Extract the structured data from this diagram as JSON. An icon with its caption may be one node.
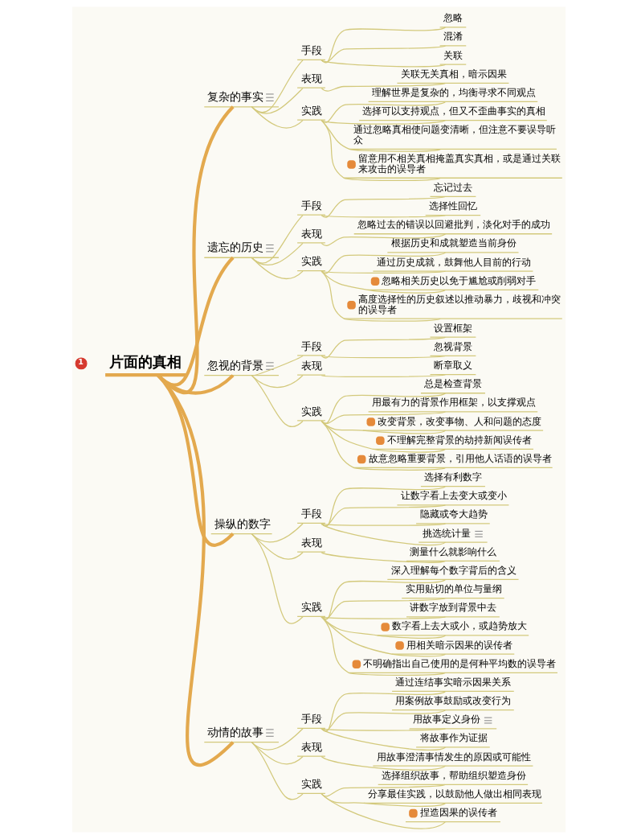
{
  "diagram": {
    "nodes": [
      {
        "text": [
          "片面的真相"
        ],
        "beside": [
          "1"
        ]
      },
      {
        "text": [
          "复杂的事实"
        ]
      },
      {
        "text": [
          "手段"
        ]
      },
      {
        "text": [
          "忽略"
        ]
      },
      {
        "text": [
          "混淆"
        ]
      },
      {
        "text": [
          "关联"
        ]
      },
      {
        "text": [
          "表现"
        ]
      },
      {
        "text": [
          "关联无关真相，暗示因果"
        ]
      },
      {
        "text": [
          "实践"
        ]
      },
      {
        "text": [
          "理解世界是复杂的，均衡寻求不同观点"
        ]
      },
      {
        "text": [
          "选择可以支持观点，但又不歪曲事实的真相"
        ]
      },
      {
        "text": [
          "通过忽略真相使问题变清晰，但注意不要误导听众"
        ]
      },
      {
        "text": [
          "留意用不相关真相掩盖真实真相，或是通过关联来攻击的误导者"
        ]
      },
      {
        "text": [
          "遗忘的历史"
        ]
      },
      {
        "text": [
          "手段"
        ]
      },
      {
        "text": [
          "忘记过去"
        ]
      },
      {
        "text": [
          "选择性回忆"
        ]
      },
      {
        "text": [
          "表现"
        ]
      },
      {
        "text": [
          "忽略过去的错误以回避批判，淡化对手的成功"
        ]
      },
      {
        "text": [
          "实践"
        ]
      },
      {
        "text": [
          "根据历史和成就塑造当前身份"
        ]
      },
      {
        "text": [
          "通过历史成就，鼓舞他人目前的行动"
        ]
      },
      {
        "text": [
          "忽略相关历史以免于尴尬或削弱对手"
        ]
      },
      {
        "text": [
          "高度选择性的历史叙述以推动暴力，歧视和冲突的误导者"
        ]
      },
      {
        "text": [
          "忽视的背景"
        ]
      },
      {
        "text": [
          "手段"
        ]
      },
      {
        "text": [
          "设置框架"
        ]
      },
      {
        "text": [
          "忽视背景"
        ]
      },
      {
        "text": [
          "表现"
        ]
      },
      {
        "text": [
          "断章取义"
        ]
      },
      {
        "text": [
          "实践"
        ]
      },
      {
        "text": [
          "总是检查背景"
        ]
      },
      {
        "text": [
          "用最有力的背景作用框架，以支撑观点"
        ]
      },
      {
        "text": [
          "改变背景，改变事物、人和问题的态度"
        ]
      },
      {
        "text": [
          "不理解完整背景的劫持新闻误传者"
        ]
      },
      {
        "text": [
          "故意忽略重要背景，引用他人话语的误导者"
        ]
      },
      {
        "text": [
          "操纵的数字"
        ]
      },
      {
        "text": [
          "手段"
        ]
      },
      {
        "text": [
          "选择有利数字"
        ]
      },
      {
        "text": [
          "让数字看上去变大或变小"
        ]
      },
      {
        "text": [
          "隐藏或夸大趋势"
        ]
      },
      {
        "text": [
          "挑选统计量"
        ]
      },
      {
        "text": [
          "表现"
        ]
      },
      {
        "text": [
          "测量什么就影响什么"
        ]
      },
      {
        "text": [
          "实践"
        ]
      },
      {
        "text": [
          "深入理解每个数字背后的含义"
        ]
      },
      {
        "text": [
          "实用贴切的单位与量纲"
        ]
      },
      {
        "text": [
          "讲数字放到背景中去"
        ]
      },
      {
        "text": [
          "数字看上去大或小，或趋势放大"
        ]
      },
      {
        "text": [
          "用相关暗示因果的误传者"
        ]
      },
      {
        "text": [
          "不明确指出自己使用的是何种平均数的误导者"
        ]
      },
      {
        "text": [
          "动情的故事"
        ]
      },
      {
        "text": [
          "手段"
        ]
      },
      {
        "text": [
          "通过连结事实暗示因果关系"
        ]
      },
      {
        "text": [
          "用案例故事鼓励或改变行为"
        ]
      },
      {
        "text": [
          "用故事定义身份"
        ]
      },
      {
        "text": [
          "将故事作为证据"
        ]
      },
      {
        "text": [
          "表现"
        ]
      },
      {
        "text": [
          "用故事澄清事情发生的原因或可能性"
        ]
      },
      {
        "text": [
          "实践"
        ]
      },
      {
        "text": [
          "选择组织故事，帮助组织塑造身份"
        ]
      },
      {
        "text": [
          "分享最佳实践，以鼓励他人做出相同表现"
        ]
      },
      {
        "text": [
          "捏造因果的误传者"
        ]
      }
    ],
    "edges": [
      {
        "from": 0,
        "to": 1,
        "arrow": "none",
        "style": "thick",
        "color": "#e3a94e"
      },
      {
        "from": 1,
        "to": 2,
        "arrow": "none"
      },
      {
        "from": 2,
        "to": 3,
        "arrow": "none"
      },
      {
        "from": 2,
        "to": 4,
        "arrow": "none"
      },
      {
        "from": 2,
        "to": 5,
        "arrow": "none"
      },
      {
        "from": 1,
        "to": 6,
        "arrow": "none"
      },
      {
        "from": 6,
        "to": 7,
        "arrow": "none"
      },
      {
        "from": 1,
        "to": 8,
        "arrow": "none"
      },
      {
        "from": 8,
        "to": 9,
        "arrow": "none"
      },
      {
        "from": 8,
        "to": 10,
        "arrow": "none"
      },
      {
        "from": 8,
        "to": 11,
        "arrow": "none"
      },
      {
        "from": 8,
        "to": 12,
        "arrow": "none"
      },
      {
        "from": 0,
        "to": 13,
        "arrow": "none",
        "style": "thick",
        "color": "#e3a94e"
      },
      {
        "from": 13,
        "to": 14,
        "arrow": "none"
      },
      {
        "from": 14,
        "to": 15,
        "arrow": "none"
      },
      {
        "from": 14,
        "to": 16,
        "arrow": "none"
      },
      {
        "from": 13,
        "to": 17,
        "arrow": "none"
      },
      {
        "from": 17,
        "to": 18,
        "arrow": "none"
      },
      {
        "from": 13,
        "to": 19,
        "arrow": "none"
      },
      {
        "from": 19,
        "to": 20,
        "arrow": "none"
      },
      {
        "from": 19,
        "to": 21,
        "arrow": "none"
      },
      {
        "from": 19,
        "to": 22,
        "arrow": "none"
      },
      {
        "from": 19,
        "to": 23,
        "arrow": "none"
      },
      {
        "from": 0,
        "to": 24,
        "arrow": "none",
        "style": "thick",
        "color": "#e3a94e"
      },
      {
        "from": 24,
        "to": 25,
        "arrow": "none"
      },
      {
        "from": 25,
        "to": 26,
        "arrow": "none"
      },
      {
        "from": 25,
        "to": 27,
        "arrow": "none"
      },
      {
        "from": 24,
        "to": 28,
        "arrow": "none"
      },
      {
        "from": 28,
        "to": 29,
        "arrow": "none"
      },
      {
        "from": 24,
        "to": 30,
        "arrow": "none"
      },
      {
        "from": 30,
        "to": 31,
        "arrow": "none"
      },
      {
        "from": 30,
        "to": 32,
        "arrow": "none"
      },
      {
        "from": 30,
        "to": 33,
        "arrow": "none"
      },
      {
        "from": 30,
        "to": 34,
        "arrow": "none"
      },
      {
        "from": 30,
        "to": 35,
        "arrow": "none"
      },
      {
        "from": 0,
        "to": 36,
        "arrow": "none",
        "style": "thick",
        "color": "#e3a94e"
      },
      {
        "from": 36,
        "to": 37,
        "arrow": "none"
      },
      {
        "from": 37,
        "to": 38,
        "arrow": "none"
      },
      {
        "from": 37,
        "to": 39,
        "arrow": "none"
      },
      {
        "from": 37,
        "to": 40,
        "arrow": "none"
      },
      {
        "from": 37,
        "to": 41,
        "arrow": "none"
      },
      {
        "from": 36,
        "to": 42,
        "arrow": "none"
      },
      {
        "from": 42,
        "to": 43,
        "arrow": "none"
      },
      {
        "from": 36,
        "to": 44,
        "arrow": "none"
      },
      {
        "from": 44,
        "to": 45,
        "arrow": "none"
      },
      {
        "from": 44,
        "to": 46,
        "arrow": "none"
      },
      {
        "from": 44,
        "to": 47,
        "arrow": "none"
      },
      {
        "from": 44,
        "to": 48,
        "arrow": "none"
      },
      {
        "from": 44,
        "to": 49,
        "arrow": "none"
      },
      {
        "from": 44,
        "to": 50,
        "arrow": "none"
      },
      {
        "from": 0,
        "to": 51,
        "arrow": "none",
        "style": "thick",
        "color": "#e3a94e"
      },
      {
        "from": 51,
        "to": 52,
        "arrow": "none"
      },
      {
        "from": 52,
        "to": 53,
        "arrow": "none"
      },
      {
        "from": 52,
        "to": 54,
        "arrow": "none"
      },
      {
        "from": 52,
        "to": 55,
        "arrow": "none"
      },
      {
        "from": 52,
        "to": 56,
        "arrow": "none"
      },
      {
        "from": 51,
        "to": 57,
        "arrow": "none"
      },
      {
        "from": 57,
        "to": 58,
        "arrow": "none"
      },
      {
        "from": 51,
        "to": 59,
        "arrow": "none"
      },
      {
        "from": 59,
        "to": 60,
        "arrow": "none"
      },
      {
        "from": 59,
        "to": 61,
        "arrow": "none"
      },
      {
        "from": 59,
        "to": 62,
        "arrow": "none"
      }
    ]
  }
}
